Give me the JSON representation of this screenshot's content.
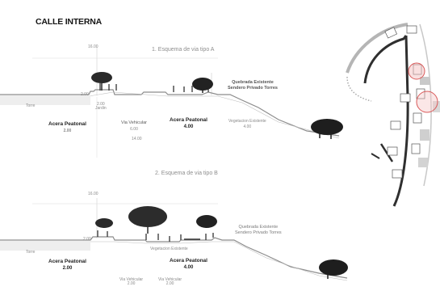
{
  "page_title": "CALLE INTERNA",
  "section_a": {
    "caption": "1. Esquema de via tipo A",
    "total_width": "16.00",
    "torre_label": "Torre",
    "dim_2": "2.00",
    "jardin_label": "Jardin",
    "jardin_dim": "2.00",
    "acera_left_label": "Acera Peatonal",
    "acera_left_dim": "2.00",
    "via_label": "Via Vehicular",
    "via_dim": "6.00",
    "sub_dim": "14.00",
    "acera_right_label": "Acera Peatonal",
    "acera_right_dim": "4.00",
    "veg_label": "Vegetacion Existente",
    "veg_dim": "4.00",
    "quebrada_label": "Quebrada Existente",
    "sendero_label": "Sendero Privado Torres"
  },
  "section_b": {
    "caption": "2. Esquema de via tipo B",
    "total_width": "16.00",
    "torre_label": "Torre",
    "dim_2": "2.00",
    "acera_left_label": "Acera Peatonal",
    "acera_left_dim": "2.00",
    "veg_label": "Vegetacion Existente",
    "acera_right_label": "Acera Peatonal",
    "acera_right_dim": "4.00",
    "via_left_label": "Via Vehicular",
    "via_left_dim": "2.00",
    "via_right_label": "Via Vehicular",
    "via_right_dim": "2.00",
    "quebrada_label": "Quebrada Existente",
    "sendero_label": "Sendero Privado Torres"
  },
  "colors": {
    "ground": "#8c8c8c",
    "tree": "#2a2a2a",
    "highlight_circle": "#d95a5a"
  }
}
